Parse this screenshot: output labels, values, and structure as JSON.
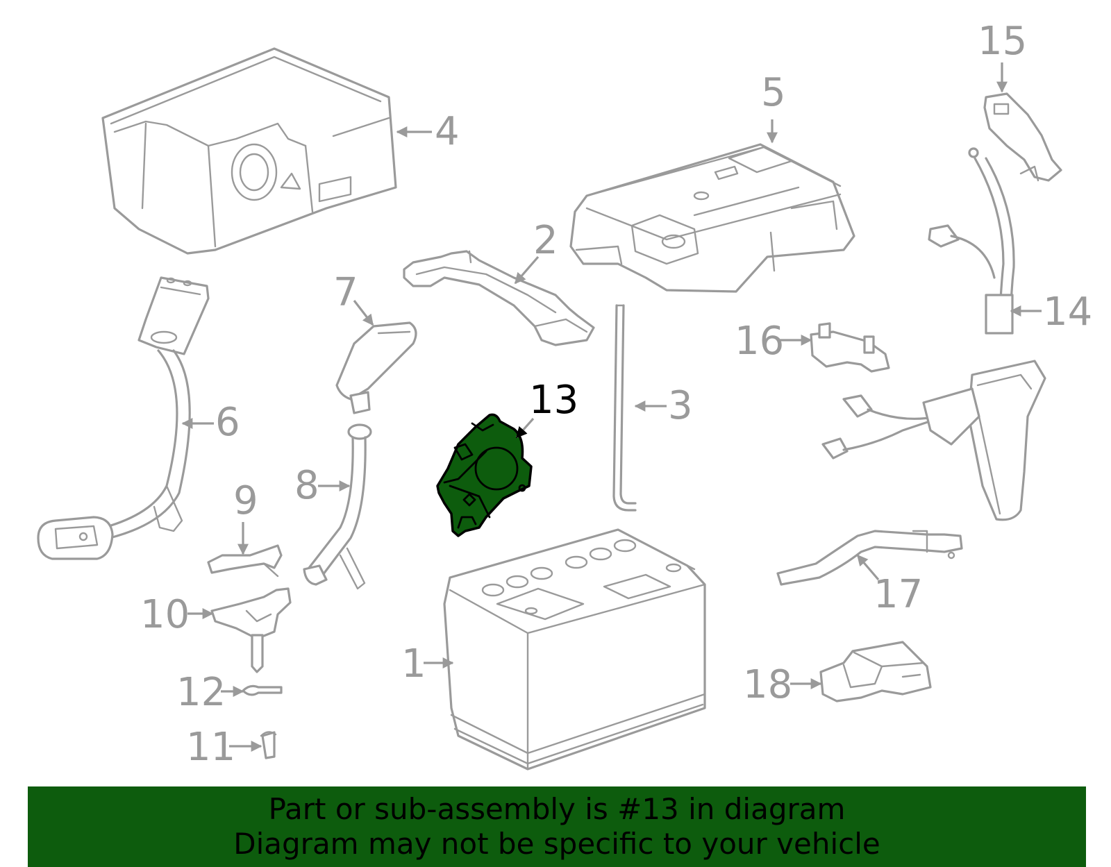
{
  "callouts": {
    "c1": "1",
    "c2": "2",
    "c3": "3",
    "c4": "4",
    "c5": "5",
    "c6": "6",
    "c7": "7",
    "c8": "8",
    "c9": "9",
    "c10": "10",
    "c11": "11",
    "c12": "12",
    "c13": "13",
    "c14": "14",
    "c15": "15",
    "c16": "16",
    "c17": "17",
    "c18": "18"
  },
  "highlighted_part": "13",
  "colors": {
    "highlight_fill": "#0d5c0d",
    "line_art": "#9a9a9a",
    "banner_bg": "#0d5c0d"
  },
  "banner": {
    "line1": "Part or sub-assembly is #13 in diagram",
    "line2": "Diagram may not be specific to your vehicle"
  }
}
